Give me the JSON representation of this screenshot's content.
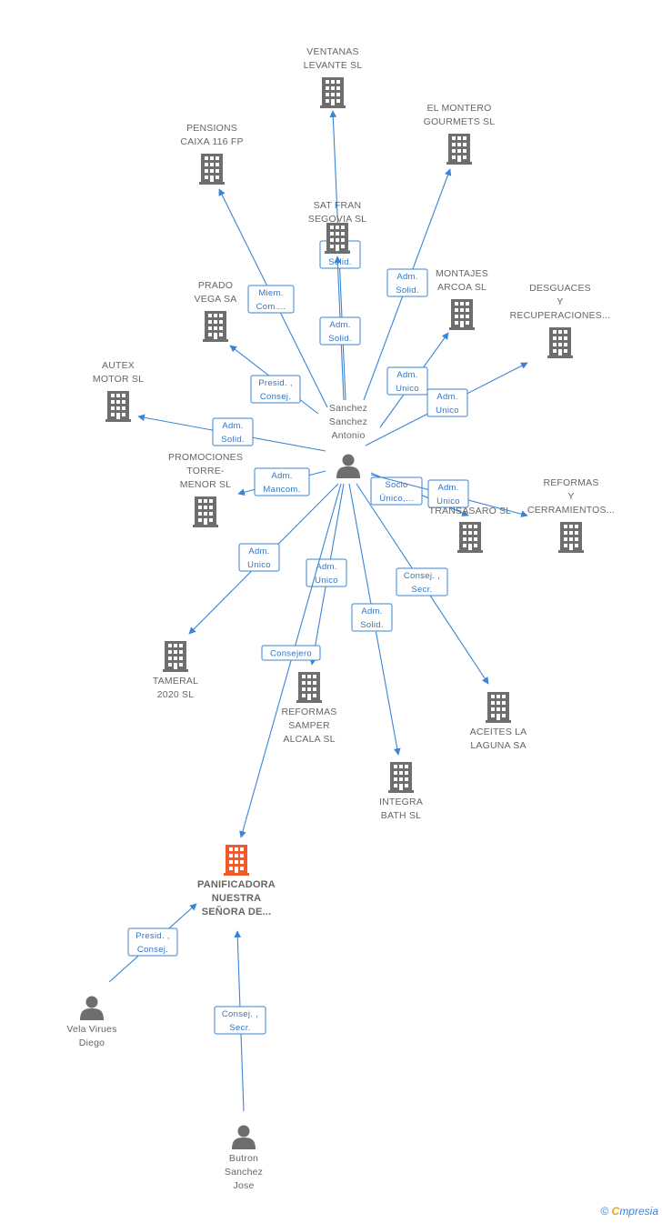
{
  "colors": {
    "edge": "#3a84d6",
    "node": "#6e6e6e",
    "main_node": "#f2592b",
    "label": "#666666"
  },
  "nodes": [
    {
      "id": "ventanas",
      "type": "company",
      "label": [
        "VENTANAS",
        "LEVANTE SL"
      ]
    },
    {
      "id": "elmontero",
      "type": "company",
      "label": [
        "EL MONTERO",
        "GOURMETS SL"
      ]
    },
    {
      "id": "pensions",
      "type": "company",
      "label": [
        "PENSIONS",
        "CAIXA 116 FP"
      ]
    },
    {
      "id": "satfran",
      "type": "company",
      "label": [
        "SAT FRAN",
        "SEGOVIA SL"
      ]
    },
    {
      "id": "prado",
      "type": "company",
      "label": [
        "PRADO",
        "VEGA SA"
      ]
    },
    {
      "id": "montajes",
      "type": "company",
      "label": [
        "MONTAJES",
        "ARCOA  SL"
      ]
    },
    {
      "id": "desguaces",
      "type": "company",
      "label": [
        "DESGUACES",
        "Y",
        "RECUPERACIONES..."
      ]
    },
    {
      "id": "autex",
      "type": "company",
      "label": [
        "AUTEX",
        "MOTOR SL"
      ]
    },
    {
      "id": "sanchez",
      "type": "person",
      "label": [
        "Sanchez",
        "Sanchez",
        "Antonio"
      ]
    },
    {
      "id": "promociones",
      "type": "company",
      "label": [
        "PROMOCIONES",
        "TORRE-",
        "MENOR SL"
      ]
    },
    {
      "id": "transasaro",
      "type": "company",
      "label": [
        "TRANSASARO SL"
      ]
    },
    {
      "id": "reformasy",
      "type": "company",
      "label": [
        "REFORMAS",
        "Y",
        "CERRAMIENTOS..."
      ]
    },
    {
      "id": "tameral",
      "type": "company",
      "label": [
        "TAMERAL",
        "2020 SL"
      ]
    },
    {
      "id": "samper",
      "type": "company",
      "label": [
        "REFORMAS",
        "SAMPER",
        "ALCALA SL"
      ]
    },
    {
      "id": "aceites",
      "type": "company",
      "label": [
        "ACEITES LA",
        "LAGUNA SA"
      ]
    },
    {
      "id": "integra",
      "type": "company",
      "label": [
        "INTEGRA",
        "BATH  SL"
      ]
    },
    {
      "id": "panificadora",
      "type": "main",
      "label": [
        "PANIFICADORA",
        "NUESTRA",
        "SEÑORA DE..."
      ]
    },
    {
      "id": "vela",
      "type": "person",
      "label": [
        "Vela Virues",
        "Diego"
      ]
    },
    {
      "id": "butron",
      "type": "person",
      "label": [
        "Butron",
        "Sanchez",
        "Jose"
      ]
    }
  ],
  "edges": [
    {
      "from": "sanchez",
      "to": "ventanas",
      "label": [
        "Adm.",
        "Solid."
      ]
    },
    {
      "from": "sanchez",
      "to": "satfran",
      "label": [
        "Adm.",
        "Solid."
      ]
    },
    {
      "from": "sanchez",
      "to": "elmontero",
      "label": [
        "Adm.",
        "Solid."
      ]
    },
    {
      "from": "sanchez",
      "to": "pensions",
      "label": [
        "Miem.",
        "Com...."
      ]
    },
    {
      "from": "sanchez",
      "to": "prado",
      "label": [
        "Presid. ,",
        "Consej."
      ]
    },
    {
      "from": "sanchez",
      "to": "montajes",
      "label": [
        "Adm.",
        "Unico"
      ]
    },
    {
      "from": "sanchez",
      "to": "desguaces",
      "label": [
        "Adm.",
        "Unico"
      ]
    },
    {
      "from": "sanchez",
      "to": "autex",
      "label": [
        "Adm.",
        "Solid."
      ]
    },
    {
      "from": "sanchez",
      "to": "promociones",
      "label": [
        "Adm.",
        "Mancom."
      ]
    },
    {
      "from": "sanchez",
      "to": "transasaro",
      "label": [
        "Socio",
        "Único,..."
      ]
    },
    {
      "from": "sanchez",
      "to": "reformasy",
      "label": [
        "Adm.",
        "Unico"
      ]
    },
    {
      "from": "sanchez",
      "to": "tameral",
      "label": [
        "Adm.",
        "Unico"
      ]
    },
    {
      "from": "sanchez",
      "to": "samper",
      "label": [
        "Adm.",
        "Unico"
      ]
    },
    {
      "from": "sanchez",
      "to": "panificadora",
      "label": [
        "Consejero"
      ]
    },
    {
      "from": "sanchez",
      "to": "integra",
      "label": [
        "Adm.",
        "Solid."
      ]
    },
    {
      "from": "sanchez",
      "to": "aceites",
      "label": [
        "Consej. ,",
        "Secr."
      ]
    },
    {
      "from": "vela",
      "to": "panificadora",
      "label": [
        "Presid. ,",
        "Consej."
      ]
    },
    {
      "from": "butron",
      "to": "panificadora",
      "label": [
        "Consej. ,",
        "Secr."
      ]
    }
  ],
  "footer": {
    "copyright": "©",
    "brand_first": "C",
    "brand_rest": "mpresia"
  }
}
